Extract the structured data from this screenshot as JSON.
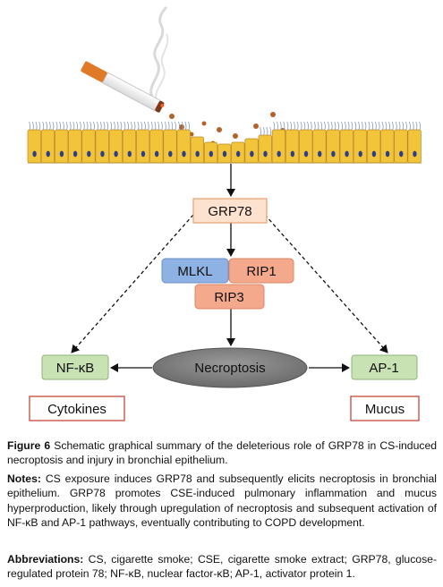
{
  "nodes": {
    "grp78": "GRP78",
    "mlkl": "MLKL",
    "rip1": "RIP1",
    "rip3": "RIP3",
    "necroptosis": "Necroptosis",
    "nfkb": "NF-κB",
    "ap1": "AP-1",
    "cytokines": "Cytokines",
    "mucus": "Mucus"
  },
  "colors": {
    "epithelium_fill": "#f2c43a",
    "epithelium_stroke": "#b8892a",
    "nucleus": "#2b3f8c",
    "grp78_fill": "#fde3cf",
    "grp78_stroke": "#e8a06f",
    "mlkl_fill": "#8fb2e4",
    "rip_fill": "#f4a98c",
    "necroptosis_fill": "#7f7f7f",
    "nfkb_ap1_fill": "#c9e2b3",
    "outcome_stroke": "#c0392b",
    "particle": "#b5622a"
  },
  "caption": {
    "figure_label": "Figure 6",
    "figure_text": "Schematic graphical summary of the deleterious role of GRP78 in CS-induced necroptosis and injury in bronchial epithelium.",
    "notes_label": "Notes:",
    "notes_text": "CS exposure induces GRP78 and subsequently elicits necroptosis in bronchial epithelium. GRP78 promotes CSE-induced pulmonary inflammation and mucus hyperproduction, likely through upregulation of necroptosis and subsequent activation of NF-κB and AP-1 pathways, eventually contributing to COPD development.",
    "abbrev_label": "Abbreviations:",
    "abbrev_text": "CS, cigarette smoke; CSE, cigarette smoke extract; GRP78, glucose-regulated protein 78; NF-κB, nuclear factor-κB; AP-1, activator protein 1."
  }
}
